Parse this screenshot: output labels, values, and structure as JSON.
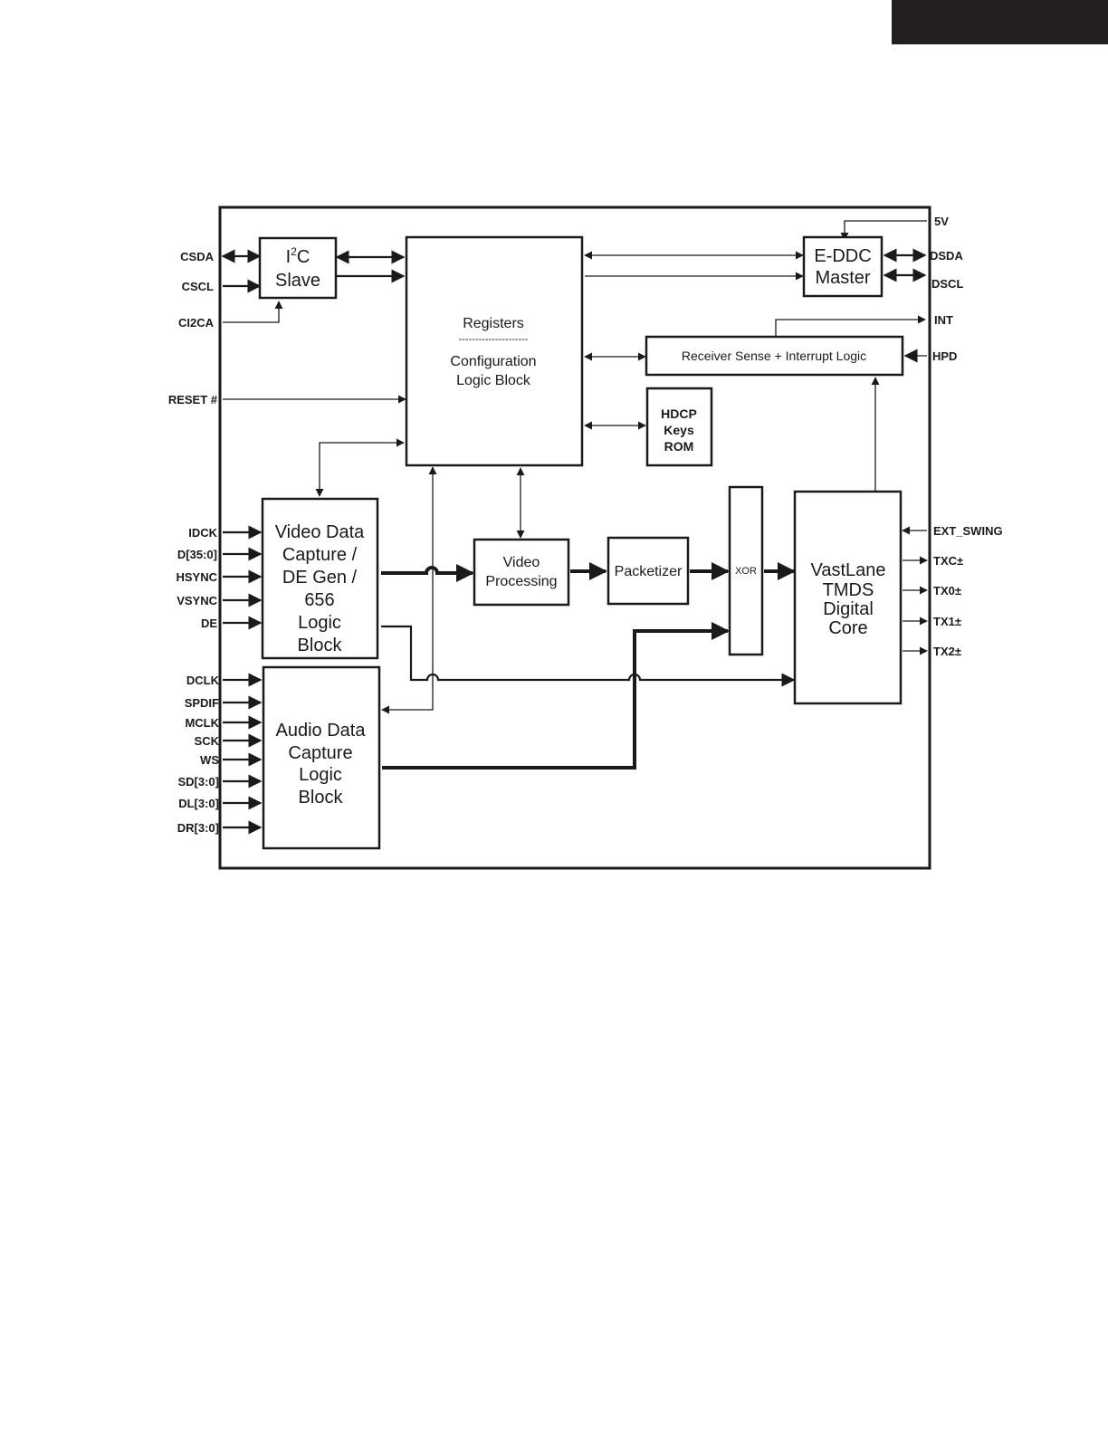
{
  "blocks": {
    "i2c_slave": {
      "line1_main": "I",
      "line1_sup": "2",
      "line1_rest": "C",
      "line2": "Slave"
    },
    "registers": {
      "title": "Registers",
      "divider": "---------------------",
      "line1": "Configuration",
      "line2": "Logic Block"
    },
    "eddc_master": {
      "line1": "E-DDC",
      "line2": "Master"
    },
    "receiver_sense": {
      "label": "Receiver Sense  + Interrupt Logic"
    },
    "hdcp_keys_rom": {
      "line1": "HDCP",
      "line2": "Keys",
      "line3": "ROM"
    },
    "video_data_capture": {
      "lines": [
        "Video Data",
        "Capture /",
        "DE Gen /",
        "656",
        "Logic",
        "Block"
      ]
    },
    "video_processing": {
      "line1": "Video",
      "line2": "Processing"
    },
    "packetizer": {
      "label": "Packetizer"
    },
    "xor": {
      "label": "XOR"
    },
    "vastlane_core": {
      "lines": [
        "VastLane",
        "TMDS",
        "Digital",
        "Core"
      ]
    },
    "audio_data_capture": {
      "lines": [
        "Audio Data",
        "Capture",
        "Logic",
        "Block"
      ]
    }
  },
  "signals": {
    "left": {
      "csda": "CSDA",
      "cscl": "CSCL",
      "ci2ca": "CI2CA",
      "reset": "RESET #",
      "idck": "IDCK",
      "d": "D[35:0]",
      "hsync": "HSYNC",
      "vsync": "VSYNC",
      "de": "DE",
      "dclk": "DCLK",
      "spdif": "SPDIF",
      "mclk": "MCLK",
      "sck": "SCK",
      "ws": "WS",
      "sd": "SD[3:0]",
      "dl": "DL[3:0]",
      "dr": "DR[3:0]"
    },
    "right": {
      "v5": "5V",
      "dsda": "DSDA",
      "dscl": "DSCL",
      "int": "INT",
      "hpd": "HPD",
      "ext_swing": "EXT_SWING",
      "txc": "TXC±",
      "tx0": "TX0±",
      "tx1": "TX1±",
      "tx2": "TX2±"
    }
  },
  "colors": {
    "ink": "#1a1a1a",
    "tab": "#231f20",
    "background": "#ffffff"
  }
}
